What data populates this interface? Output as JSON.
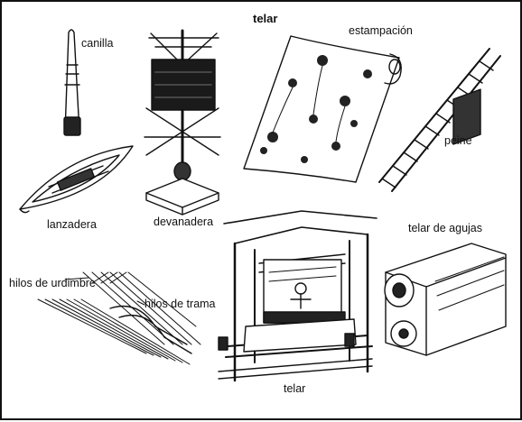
{
  "diagram": {
    "title": "telar",
    "labels": {
      "canilla": "canilla",
      "estampacion": "estampación",
      "peine": "peine",
      "lanzadera": "lanzadera",
      "devanadera": "devanadera",
      "telar_de_agujas": "telar de agujas",
      "hilos_de_urdimbre": "hilos de urdimbre",
      "hilos_de_trama": "hilos de trama",
      "telar": "telar"
    }
  }
}
